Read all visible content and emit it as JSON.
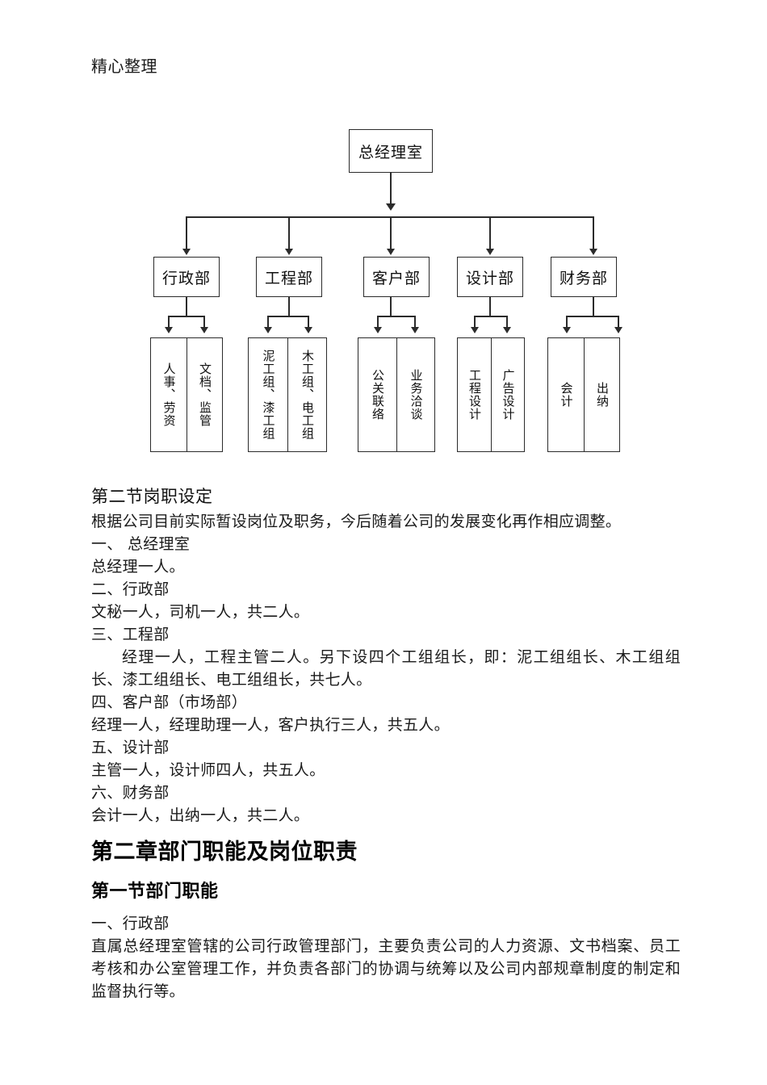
{
  "document": {
    "header": "精心整理"
  },
  "org_chart": {
    "root": {
      "label": "总经理室"
    },
    "departments": [
      {
        "label": "行政部",
        "units": [
          "人事、劳资",
          "文档、监管"
        ]
      },
      {
        "label": "工程部",
        "units": [
          "泥工组、漆工组",
          "木工组、电工组"
        ]
      },
      {
        "label": "客户部",
        "units": [
          "公关联络",
          "业务洽谈"
        ]
      },
      {
        "label": "设计部",
        "units": [
          "工程设计",
          "广告设计"
        ]
      },
      {
        "label": "财务部",
        "units": [
          "会计",
          "出纳"
        ]
      }
    ]
  },
  "content": {
    "section_title": "第二节岗职设定",
    "intro": "根据公司目前实际暂设岗位及职务，今后随着公司的发展变化再作相应调整。",
    "items": [
      {
        "heading": "一、 总经理室",
        "body": "总经理一人。"
      },
      {
        "heading": "二、行政部",
        "body": "文秘一人，司机一人，共二人。"
      },
      {
        "heading": "三、工程部",
        "body": "经理一人，工程主管二人。另下设四个工组组长，即：泥工组组长、木工组组长、漆工组组长、电工组组长，共七人。"
      },
      {
        "heading": "四、客户部（市场部）",
        "body": "经理一人，经理助理一人，客户执行三人，共五人。"
      },
      {
        "heading": "五、设计部",
        "body": "主管一人，设计师四人，共五人。"
      },
      {
        "heading": "六、财务部",
        "body": "会计一人，出纳一人，共二人。"
      }
    ],
    "chapter_title": "第二章部门职能及岗位职责",
    "subsection_title": "第一节部门职能",
    "dept_function": {
      "heading": "一、行政部",
      "body": "直属总经理室管辖的公司行政管理部门，主要负责公司的人力资源、文书档案、员工考核和办公室管理工作，并负责各部门的协调与统筹以及公司内部规章制度的制定和监督执行等。"
    }
  }
}
